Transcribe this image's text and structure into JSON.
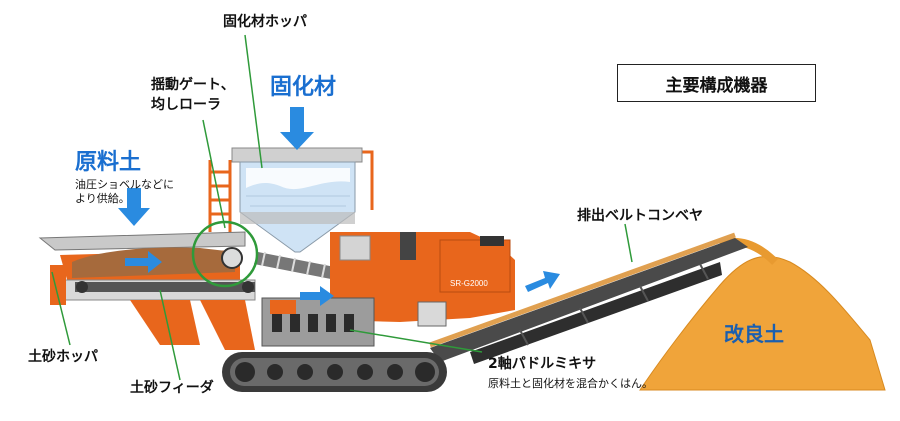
{
  "labels": {
    "hardener_hopper": "固化材ホッパ",
    "gate_line1": "揺動ゲート、",
    "gate_line2": "均しローラ",
    "hardener": "固化材",
    "raw_soil": "原料土",
    "raw_soil_note1": "油圧ショベルなどに",
    "raw_soil_note2": "より供給。",
    "discharge_conveyor": "排出ベルトコンベヤ",
    "improved_soil": "改良土",
    "soil_hopper": "土砂ホッパ",
    "soil_feeder": "土砂フィーダ",
    "mixer": "2軸パドルミキサ",
    "mixer_note": "原料土と固化材を混合かくはん。",
    "machine_model": "SR-G2000"
  },
  "title_box": "主要構成機器",
  "colors": {
    "machine_orange": "#e8661c",
    "arrow_blue": "#2a8be0",
    "soil_brown": "#a66a3c",
    "pile_orange": "#f0a43a",
    "leader_green": "#2f9a3a",
    "track_gray": "#3a3a3a"
  }
}
